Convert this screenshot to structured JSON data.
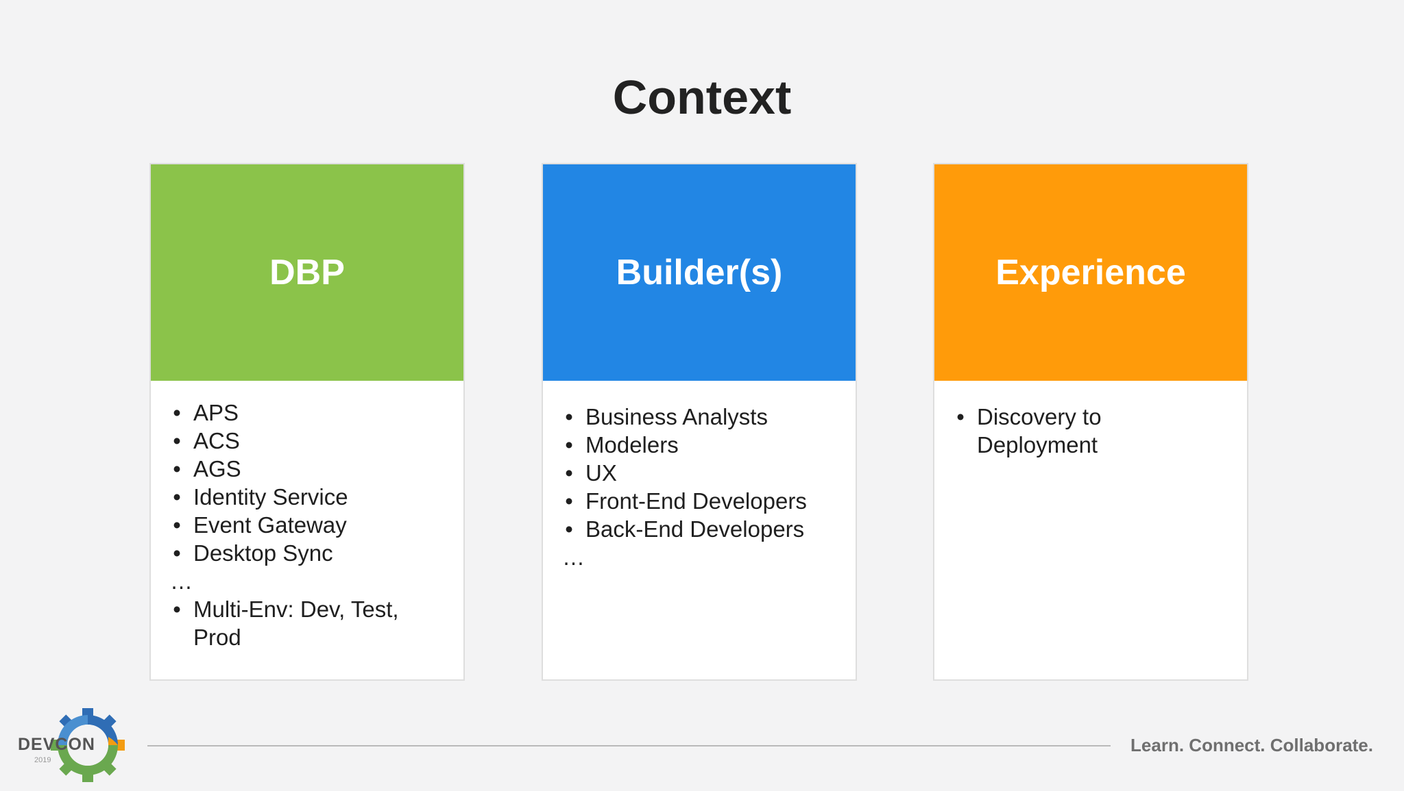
{
  "slide": {
    "title": "Context"
  },
  "cards": [
    {
      "heading": "DBP",
      "color": "#8bc34a",
      "items": [
        "APS",
        "ACS",
        "AGS",
        "Identity Service",
        "Event Gateway",
        "Desktop Sync"
      ],
      "ellipsis": "…",
      "extra_items": [
        "Multi-Env: Dev, Test, Prod"
      ]
    },
    {
      "heading": "Builder(s)",
      "color": "#2286e4",
      "items": [
        "Business Analysts",
        "Modelers",
        "UX",
        "Front-End Developers",
        "Back-End Developers"
      ],
      "ellipsis": "…"
    },
    {
      "heading": "Experience",
      "color": "#ff9b0a",
      "items": [
        "Discovery to Deployment"
      ]
    }
  ],
  "footer": {
    "logo_text": "DEVCON",
    "logo_year": "2019",
    "tagline": "Learn. Connect. Collaborate."
  },
  "icons": {
    "bullet": "•",
    "logo": "devcon-gear-logo-icon"
  },
  "colors": {
    "background": "#f3f3f4",
    "logo_gear_green": "#6aa84f",
    "logo_gear_blue": "#2f6db5",
    "logo_gear_orange": "#f39c12"
  }
}
